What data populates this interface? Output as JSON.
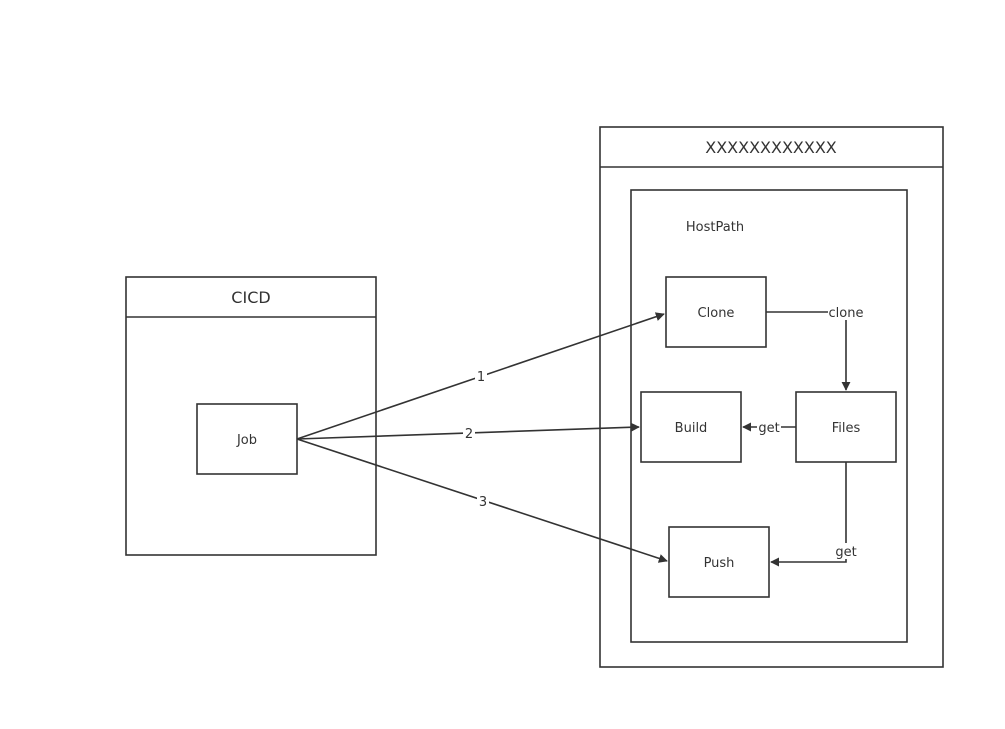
{
  "containers": {
    "cicd": {
      "title": "CICD"
    },
    "server": {
      "title": "XXXXXXXXXXXX"
    },
    "hostpath": {
      "title": "HostPath"
    }
  },
  "nodes": {
    "job": "Job",
    "clone": "Clone",
    "build": "Build",
    "files": "Files",
    "push": "Push"
  },
  "edges": {
    "job_clone": "1",
    "job_build": "2",
    "job_push": "3",
    "clone_files": "clone",
    "files_build": "get",
    "files_push": "get"
  }
}
